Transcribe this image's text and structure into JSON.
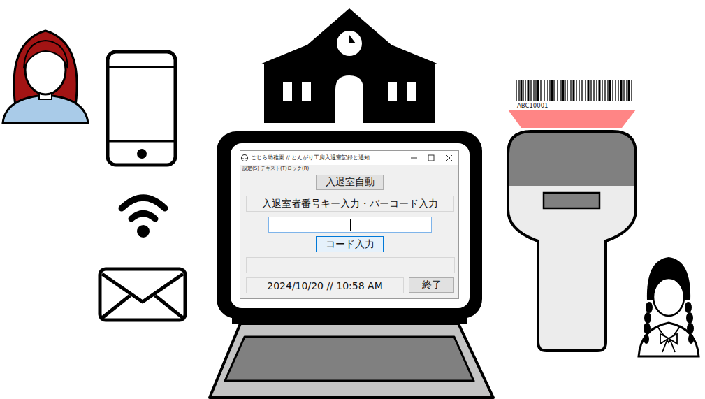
{
  "diagram": {
    "nodes": [
      {
        "text": [
          "ごじら幼稚園 // とんがり工房入退室記録と通知"
        ]
      },
      {
        "text": [
          "入退室自動"
        ],
        "in": 0
      },
      {
        "text": [
          "入退室者番号キー入力・バーコード入力"
        ],
        "in": 0
      },
      {
        "text": [
          "コード入力"
        ],
        "in": 0
      },
      {
        "text": [
          "2024/10/20 // 10:58 AM"
        ],
        "in": 0
      },
      {
        "text": [
          "終了"
        ],
        "in": 0
      }
    ],
    "labels": [
      "設定(S)",
      "テキスト(T)",
      "ロック(R)",
      "ABC10001"
    ]
  }
}
